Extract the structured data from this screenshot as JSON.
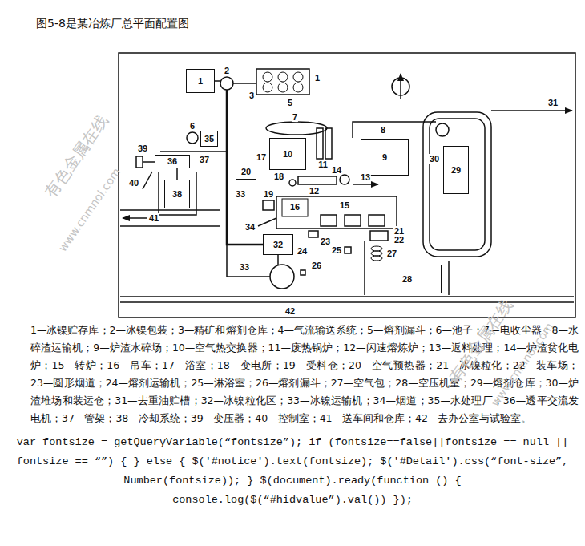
{
  "diagram": {
    "title": "图5-8是某冶炼厂总平面配置图",
    "nodes": [
      {
        "text": [
          "1"
        ]
      },
      {
        "text": [
          "35"
        ]
      },
      {
        "text": [
          "10"
        ]
      },
      {
        "text": [
          "9"
        ]
      },
      {
        "text": [
          "29"
        ]
      },
      {
        "text": [
          "36"
        ]
      },
      {
        "text": [
          "20"
        ]
      },
      {
        "text": [
          "38"
        ]
      },
      {
        "text": [
          "32"
        ]
      },
      {
        "text": [
          "28"
        ]
      }
    ],
    "edges": [
      {
        "from": 5,
        "to": 7,
        "arrow": "none"
      }
    ],
    "labels": [
      "2",
      "3",
      "1",
      "5",
      "31",
      "6",
      "7",
      "8",
      "39",
      "37",
      "17",
      "11",
      "30",
      "14",
      "18",
      "40",
      "13",
      "12",
      "19",
      "33",
      "16",
      "15",
      "41",
      "34",
      "21",
      "22",
      "23",
      "25",
      "24",
      "27",
      "26",
      "33",
      "42",
      "有色金属在线",
      "www.cnmnol.com",
      "有色金属在线",
      "www.cnmnol.com",
      "1—冰镍贮存库；",
      "2—冰镍包装；",
      "3—精矿和熔剂仓库；",
      "4—气流输送系统；",
      "5—熔剂漏斗；",
      "6—池子；",
      "7—电收尘器；",
      "8—水碎渣运输机；",
      "9—炉渣水碎场；",
      "10—空气热交换器；",
      "11—废热锅炉；",
      "12—闪速熔炼炉；",
      "13—返料处理；",
      "14—炉渣贫化电炉；",
      "15—转炉；",
      "16—吊车；",
      "17—浴室；",
      "18—变电所；",
      "19—受料仓；",
      "20—空气预热器；",
      "21—冰镍粒化；",
      "22—装车场；",
      "23—圆形烟道；",
      "24—熔剂运输机；",
      "25—淋浴室；",
      "26—熔剂漏斗；",
      "27—空气包；",
      "28—空压机室；",
      "29—熔剂仓库；",
      "30—炉渣堆场和装运仓；",
      "31—去重油贮槽；",
      "32—冰镍粒化区；",
      "33—冰镍运输机；",
      "34—烟道；",
      "35—水处理厂；",
      "36—透平交流发电机；",
      "37—管架；",
      "38—冷却系统；",
      "39—变压器；",
      "40—控制室；",
      "41—送车间和仓库；",
      "42—去办公室与试验室。",
      "var fontsize = getQueryVariable(“fontsize”); if (fontsize==false||fontsize == null || fontsize == “”) { } else { $('#notice').text(fontsize); $('#Detail').css(“font-size”, Number(fontsize)); } $(document).ready(function () { console.log($(“#hidvalue”).val()) });"
    ]
  }
}
